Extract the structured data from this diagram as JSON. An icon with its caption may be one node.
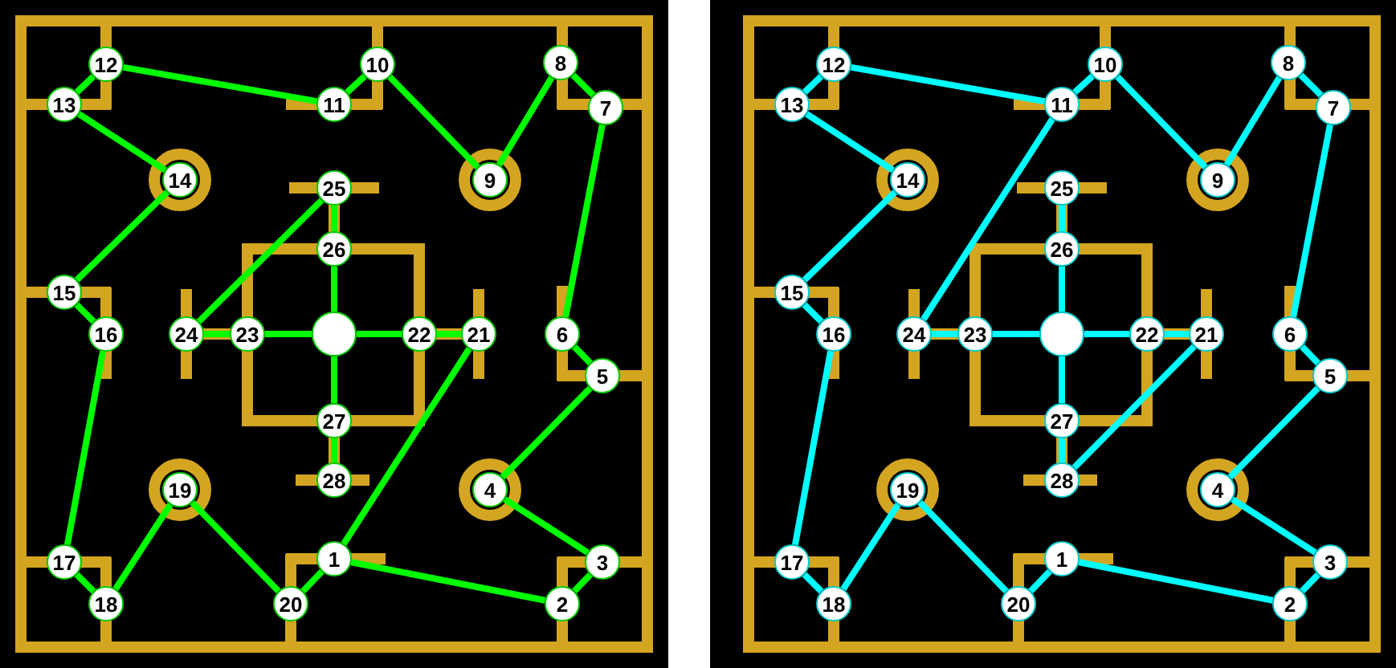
{
  "diagram": {
    "nodes": [
      {
        "text": [
          "1"
        ]
      },
      {
        "text": [
          "2"
        ]
      },
      {
        "text": [
          "3"
        ]
      },
      {
        "text": [
          "4"
        ]
      },
      {
        "text": [
          "5"
        ]
      },
      {
        "text": [
          "6"
        ]
      },
      {
        "text": [
          "7"
        ]
      },
      {
        "text": [
          "8"
        ]
      },
      {
        "text": [
          "9"
        ]
      },
      {
        "text": [
          "10"
        ]
      },
      {
        "text": [
          "11"
        ]
      },
      {
        "text": [
          "12"
        ]
      },
      {
        "text": [
          "13"
        ]
      },
      {
        "text": [
          "14"
        ]
      },
      {
        "text": [
          "15"
        ]
      },
      {
        "text": [
          "16"
        ]
      },
      {
        "text": [
          "17"
        ]
      },
      {
        "text": [
          "18"
        ]
      },
      {
        "text": [
          "19"
        ]
      },
      {
        "text": [
          "20"
        ]
      },
      {
        "text": [
          "21"
        ]
      },
      {
        "text": [
          "22"
        ]
      },
      {
        "text": [
          "23"
        ]
      },
      {
        "text": [
          "24"
        ]
      },
      {
        "text": [
          "25"
        ]
      },
      {
        "text": [
          "26"
        ]
      },
      {
        "text": [
          "27"
        ]
      },
      {
        "text": [
          "28"
        ]
      },
      {
        "text": [],
        "shape": "circle"
      },
      {
        "text": [
          "1"
        ]
      },
      {
        "text": [
          "2"
        ]
      },
      {
        "text": [
          "3"
        ]
      },
      {
        "text": [
          "4"
        ]
      },
      {
        "text": [
          "5"
        ]
      },
      {
        "text": [
          "6"
        ]
      },
      {
        "text": [
          "7"
        ]
      },
      {
        "text": [
          "8"
        ]
      },
      {
        "text": [
          "9"
        ]
      },
      {
        "text": [
          "10"
        ]
      },
      {
        "text": [
          "11"
        ]
      },
      {
        "text": [
          "12"
        ]
      },
      {
        "text": [
          "13"
        ]
      },
      {
        "text": [
          "14"
        ]
      },
      {
        "text": [
          "15"
        ]
      },
      {
        "text": [
          "16"
        ]
      },
      {
        "text": [
          "17"
        ]
      },
      {
        "text": [
          "18"
        ]
      },
      {
        "text": [
          "19"
        ]
      },
      {
        "text": [
          "20"
        ]
      },
      {
        "text": [
          "21"
        ]
      },
      {
        "text": [
          "22"
        ]
      },
      {
        "text": [
          "23"
        ]
      },
      {
        "text": [
          "24"
        ]
      },
      {
        "text": [
          "25"
        ]
      },
      {
        "text": [
          "26"
        ]
      },
      {
        "text": [
          "27"
        ]
      },
      {
        "text": [
          "28"
        ]
      },
      {
        "text": [],
        "shape": "circle"
      }
    ],
    "edges": [
      {
        "from": 11,
        "to": 12,
        "arrow": "none",
        "color": "#00ff00"
      },
      {
        "from": 11,
        "to": 10,
        "arrow": "none",
        "color": "#00ff00"
      },
      {
        "from": 10,
        "to": 9,
        "arrow": "none",
        "color": "#00ff00"
      },
      {
        "from": 9,
        "to": 8,
        "arrow": "none",
        "color": "#00ff00"
      },
      {
        "from": 8,
        "to": 7,
        "arrow": "none",
        "color": "#00ff00"
      },
      {
        "from": 7,
        "to": 6,
        "arrow": "none",
        "color": "#00ff00"
      },
      {
        "from": 6,
        "to": 5,
        "arrow": "none",
        "color": "#00ff00"
      },
      {
        "from": 5,
        "to": 4,
        "arrow": "none",
        "color": "#00ff00"
      },
      {
        "from": 4,
        "to": 3,
        "arrow": "none",
        "color": "#00ff00"
      },
      {
        "from": 3,
        "to": 2,
        "arrow": "none",
        "color": "#00ff00"
      },
      {
        "from": 2,
        "to": 1,
        "arrow": "none",
        "color": "#00ff00"
      },
      {
        "from": 1,
        "to": 0,
        "arrow": "none",
        "color": "#00ff00"
      },
      {
        "from": 0,
        "to": 19,
        "arrow": "none",
        "color": "#00ff00"
      },
      {
        "from": 20,
        "to": 0,
        "arrow": "none",
        "color": "#00ff00"
      },
      {
        "from": 19,
        "to": 18,
        "arrow": "none",
        "color": "#00ff00"
      },
      {
        "from": 18,
        "to": 17,
        "arrow": "none",
        "color": "#00ff00"
      },
      {
        "from": 17,
        "to": 16,
        "arrow": "none",
        "color": "#00ff00"
      },
      {
        "from": 16,
        "to": 15,
        "arrow": "none",
        "color": "#00ff00"
      },
      {
        "from": 15,
        "to": 14,
        "arrow": "none",
        "color": "#00ff00"
      },
      {
        "from": 14,
        "to": 13,
        "arrow": "none",
        "color": "#00ff00"
      },
      {
        "from": 13,
        "to": 12,
        "arrow": "none",
        "color": "#00ff00"
      },
      {
        "from": 24,
        "to": 23,
        "arrow": "none",
        "color": "#00ff00"
      },
      {
        "from": 23,
        "to": 22,
        "arrow": "none",
        "color": "#00ff00"
      },
      {
        "from": 22,
        "to": 28,
        "arrow": "none",
        "color": "#00ff00"
      },
      {
        "from": 28,
        "to": 21,
        "arrow": "none",
        "color": "#00ff00"
      },
      {
        "from": 21,
        "to": 20,
        "arrow": "none",
        "color": "#00ff00"
      },
      {
        "from": 24,
        "to": 25,
        "arrow": "none",
        "color": "#00ff00"
      },
      {
        "from": 25,
        "to": 28,
        "arrow": "none",
        "color": "#00ff00"
      },
      {
        "from": 28,
        "to": 26,
        "arrow": "none",
        "color": "#00ff00"
      },
      {
        "from": 26,
        "to": 27,
        "arrow": "none",
        "color": "#00ff00"
      },
      {
        "from": 40,
        "to": 41,
        "arrow": "none",
        "color": "#00ffff"
      },
      {
        "from": 40,
        "to": 39,
        "arrow": "none",
        "color": "#00ffff"
      },
      {
        "from": 39,
        "to": 38,
        "arrow": "none",
        "color": "#00ffff"
      },
      {
        "from": 39,
        "to": 52,
        "arrow": "none",
        "color": "#00ffff"
      },
      {
        "from": 38,
        "to": 37,
        "arrow": "none",
        "color": "#00ffff"
      },
      {
        "from": 37,
        "to": 36,
        "arrow": "none",
        "color": "#00ffff"
      },
      {
        "from": 36,
        "to": 35,
        "arrow": "none",
        "color": "#00ffff"
      },
      {
        "from": 35,
        "to": 34,
        "arrow": "none",
        "color": "#00ffff"
      },
      {
        "from": 34,
        "to": 33,
        "arrow": "none",
        "color": "#00ffff"
      },
      {
        "from": 33,
        "to": 32,
        "arrow": "none",
        "color": "#00ffff"
      },
      {
        "from": 32,
        "to": 31,
        "arrow": "none",
        "color": "#00ffff"
      },
      {
        "from": 31,
        "to": 30,
        "arrow": "none",
        "color": "#00ffff"
      },
      {
        "from": 30,
        "to": 29,
        "arrow": "none",
        "color": "#00ffff"
      },
      {
        "from": 29,
        "to": 48,
        "arrow": "none",
        "color": "#00ffff"
      },
      {
        "from": 48,
        "to": 47,
        "arrow": "none",
        "color": "#00ffff"
      },
      {
        "from": 47,
        "to": 46,
        "arrow": "none",
        "color": "#00ffff"
      },
      {
        "from": 46,
        "to": 45,
        "arrow": "none",
        "color": "#00ffff"
      },
      {
        "from": 45,
        "to": 44,
        "arrow": "none",
        "color": "#00ffff"
      },
      {
        "from": 44,
        "to": 43,
        "arrow": "none",
        "color": "#00ffff"
      },
      {
        "from": 43,
        "to": 42,
        "arrow": "none",
        "color": "#00ffff"
      },
      {
        "from": 42,
        "to": 41,
        "arrow": "none",
        "color": "#00ffff"
      },
      {
        "from": 52,
        "to": 51,
        "arrow": "none",
        "color": "#00ffff"
      },
      {
        "from": 51,
        "to": 57,
        "arrow": "none",
        "color": "#00ffff"
      },
      {
        "from": 57,
        "to": 50,
        "arrow": "none",
        "color": "#00ffff"
      },
      {
        "from": 50,
        "to": 49,
        "arrow": "none",
        "color": "#00ffff"
      },
      {
        "from": 49,
        "to": 56,
        "arrow": "none",
        "color": "#00ffff"
      },
      {
        "from": 56,
        "to": 55,
        "arrow": "none",
        "color": "#00ffff"
      },
      {
        "from": 55,
        "to": 57,
        "arrow": "none",
        "color": "#00ffff"
      },
      {
        "from": 57,
        "to": 54,
        "arrow": "none",
        "color": "#00ffff"
      },
      {
        "from": 54,
        "to": 53,
        "arrow": "none",
        "color": "#00ffff"
      }
    ]
  }
}
